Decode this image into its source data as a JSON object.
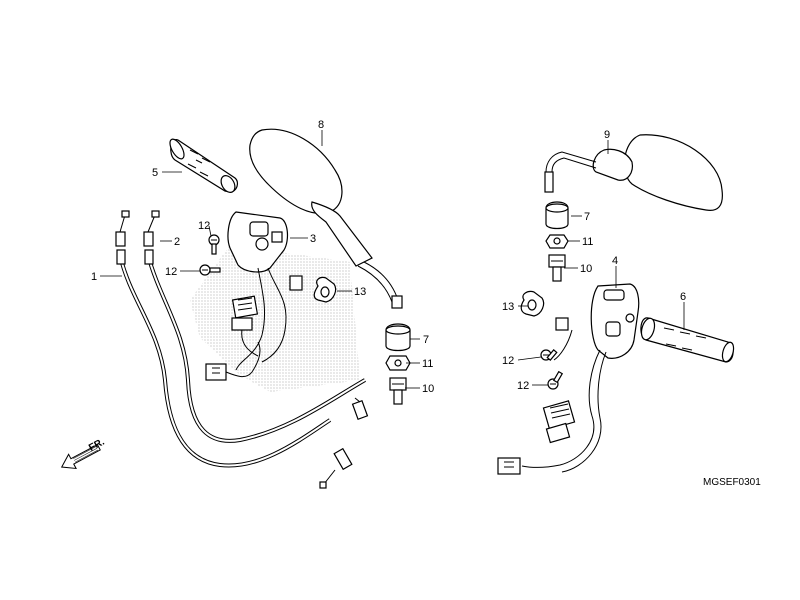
{
  "diagram": {
    "code": "MGSEF0301",
    "front_marker": "FR.",
    "callouts": [
      {
        "id": "c1",
        "text": "1"
      },
      {
        "id": "c2",
        "text": "2"
      },
      {
        "id": "c3",
        "text": "3"
      },
      {
        "id": "c4",
        "text": "4"
      },
      {
        "id": "c5",
        "text": "5"
      },
      {
        "id": "c6",
        "text": "6"
      },
      {
        "id": "c7a",
        "text": "7"
      },
      {
        "id": "c7b",
        "text": "7"
      },
      {
        "id": "c8",
        "text": "8"
      },
      {
        "id": "c9",
        "text": "9"
      },
      {
        "id": "c10a",
        "text": "10"
      },
      {
        "id": "c10b",
        "text": "10"
      },
      {
        "id": "c11a",
        "text": "11"
      },
      {
        "id": "c11b",
        "text": "11"
      },
      {
        "id": "c12a",
        "text": "12"
      },
      {
        "id": "c12b",
        "text": "12"
      },
      {
        "id": "c12c",
        "text": "12"
      },
      {
        "id": "c12d",
        "text": "12"
      },
      {
        "id": "c13a",
        "text": "13"
      },
      {
        "id": "c13b",
        "text": "13"
      }
    ]
  }
}
